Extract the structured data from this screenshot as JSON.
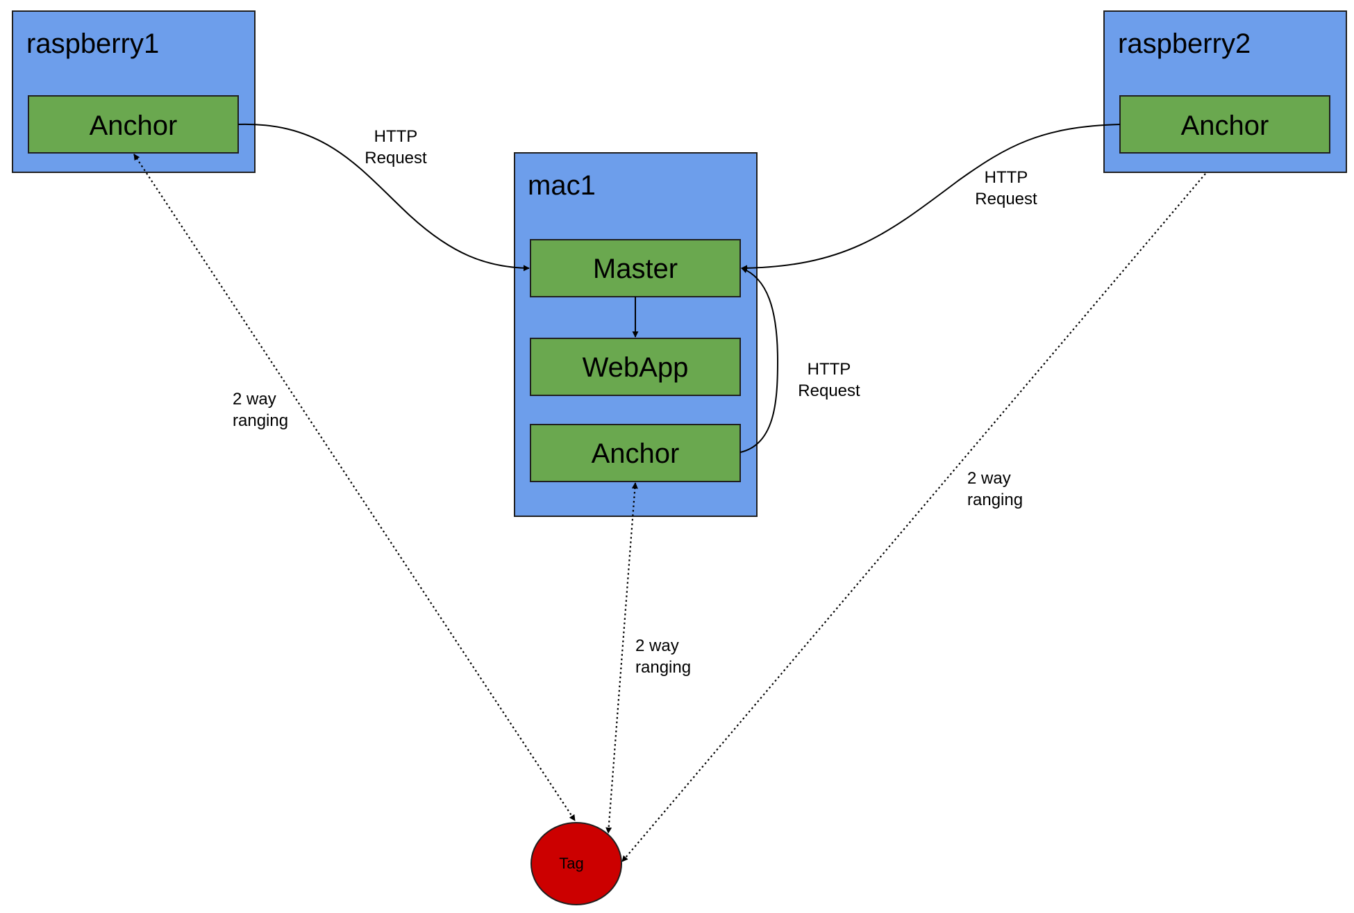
{
  "hosts": {
    "raspberry1": {
      "label": "raspberry1",
      "anchor_label": "Anchor"
    },
    "raspberry2": {
      "label": "raspberry2",
      "anchor_label": "Anchor"
    },
    "mac1": {
      "label": "mac1",
      "master_label": "Master",
      "webapp_label": "WebApp",
      "anchor_label": "Anchor"
    }
  },
  "tag": {
    "label": "Tag"
  },
  "edges": {
    "http_left": {
      "line1": "HTTP",
      "line2": "Request"
    },
    "http_right": {
      "line1": "HTTP",
      "line2": "Request"
    },
    "http_mac": {
      "line1": "HTTP",
      "line2": "Request"
    },
    "ranging_left": {
      "line1": "2 way",
      "line2": "ranging"
    },
    "ranging_center": {
      "line1": "2 way",
      "line2": "ranging"
    },
    "ranging_right": {
      "line1": "2 way",
      "line2": "ranging"
    }
  },
  "colors": {
    "host_fill": "#6d9eeb",
    "process_fill": "#6aa84f",
    "tag_fill": "#cc0000"
  }
}
